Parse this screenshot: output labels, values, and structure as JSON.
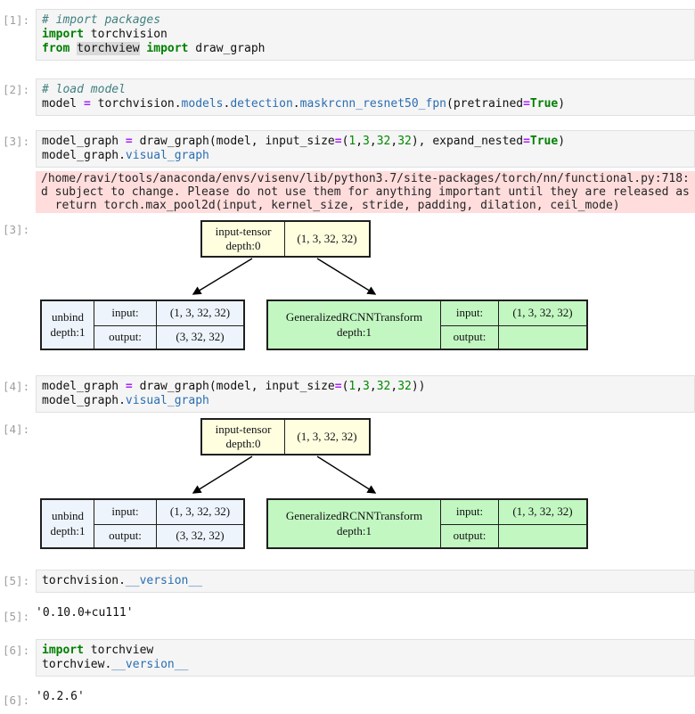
{
  "cells": {
    "c1": {
      "prompt": "[1]:",
      "lines": [
        [
          {
            "t": "# import packages",
            "c": "com"
          }
        ],
        [
          {
            "t": "import",
            "c": "kw"
          },
          {
            "t": " torchvision"
          }
        ],
        [
          {
            "t": "from",
            "c": "kw"
          },
          {
            "t": " "
          },
          {
            "t": "torchview",
            "c": "hl"
          },
          {
            "t": " "
          },
          {
            "t": "import",
            "c": "kw"
          },
          {
            "t": " draw_graph"
          }
        ]
      ]
    },
    "c2": {
      "prompt": "[2]:",
      "lines": [
        [
          {
            "t": "# load model",
            "c": "com"
          }
        ],
        [
          {
            "t": "model "
          },
          {
            "t": "=",
            "c": "op"
          },
          {
            "t": " torchvision."
          },
          {
            "t": "models",
            "c": "prop"
          },
          {
            "t": "."
          },
          {
            "t": "detection",
            "c": "prop"
          },
          {
            "t": "."
          },
          {
            "t": "maskrcnn_resnet50_fpn",
            "c": "prop"
          },
          {
            "t": "(pretrained"
          },
          {
            "t": "=",
            "c": "op"
          },
          {
            "t": "True",
            "c": "kw"
          },
          {
            "t": ")"
          }
        ]
      ]
    },
    "c3": {
      "prompt": "[3]:",
      "lines": [
        [
          {
            "t": "model_graph "
          },
          {
            "t": "=",
            "c": "op"
          },
          {
            "t": " draw_graph(model, input_size"
          },
          {
            "t": "=",
            "c": "op"
          },
          {
            "t": "("
          },
          {
            "t": "1",
            "c": "num"
          },
          {
            "t": ","
          },
          {
            "t": "3",
            "c": "num"
          },
          {
            "t": ","
          },
          {
            "t": "32",
            "c": "num"
          },
          {
            "t": ","
          },
          {
            "t": "32",
            "c": "num"
          },
          {
            "t": "), expand_nested"
          },
          {
            "t": "=",
            "c": "op"
          },
          {
            "t": "True",
            "c": "kw"
          },
          {
            "t": ")"
          }
        ],
        [
          {
            "t": "model_graph."
          },
          {
            "t": "visual_graph",
            "c": "prop"
          }
        ]
      ]
    },
    "c4": {
      "prompt": "[4]:",
      "lines": [
        [
          {
            "t": "model_graph "
          },
          {
            "t": "=",
            "c": "op"
          },
          {
            "t": " draw_graph(model, input_size"
          },
          {
            "t": "=",
            "c": "op"
          },
          {
            "t": "("
          },
          {
            "t": "1",
            "c": "num"
          },
          {
            "t": ","
          },
          {
            "t": "3",
            "c": "num"
          },
          {
            "t": ","
          },
          {
            "t": "32",
            "c": "num"
          },
          {
            "t": ","
          },
          {
            "t": "32",
            "c": "num"
          },
          {
            "t": "))"
          }
        ],
        [
          {
            "t": "model_graph."
          },
          {
            "t": "visual_graph",
            "c": "prop"
          }
        ]
      ]
    },
    "c5": {
      "prompt": "[5]:",
      "lines": [
        [
          {
            "t": "torchvision."
          },
          {
            "t": "__version__",
            "c": "prop"
          }
        ]
      ]
    },
    "c6": {
      "prompt": "[6]:",
      "lines": [
        [
          {
            "t": "import",
            "c": "kw"
          },
          {
            "t": " torchview"
          }
        ],
        [
          {
            "t": "torchview."
          },
          {
            "t": "__version__",
            "c": "prop"
          }
        ]
      ]
    }
  },
  "warning": {
    "line1": "/home/ravi/tools/anaconda/envs/visenv/lib/python3.7/site-packages/torch/nn/functional.py:718:",
    "line2": "d subject to change. Please do not use them for anything important until they are released as",
    "line3": "  return torch.max_pool2d(input, kernel_size, stride, padding, dilation, ceil_mode)"
  },
  "outputs": {
    "out3_prompt": "[3]:",
    "out4_prompt": "[4]:",
    "out5_prompt": "[5]:",
    "out5_value": "'0.10.0+cu111'",
    "out6_prompt": "[6]:",
    "out6_value": "'0.2.6'"
  },
  "graph": {
    "input_node": {
      "label_line1": "input-tensor",
      "label_line2": "depth:0",
      "shape": "(1, 3, 32, 32)"
    },
    "unbind_node": {
      "label_line1": "unbind",
      "label_line2": "depth:1",
      "input_label": "input:",
      "input_value": "(1, 3, 32, 32)",
      "output_label": "output:",
      "output_value": "(3, 32, 32)"
    },
    "module_node": {
      "label_line1": "GeneralizedRCNNTransform",
      "label_line2": "depth:1",
      "input_label": "input:",
      "input_value": "(1, 3, 32, 32)",
      "output_label": "output:",
      "output_value": ""
    },
    "colors": {
      "input_node_bg": "#ffffe0",
      "function_node_bg": "#edf4fc",
      "module_node_bg": "#c2f7c2",
      "node_border": "#1f1f1f",
      "edge": "#000000"
    }
  },
  "theme_colors": {
    "cell_bg": "#f5f5f5",
    "cell_border": "#e0e0e0",
    "prompt_gray": "#9e9e9e",
    "stderr_bg": "#ffdddd",
    "keyword_green": "#008000",
    "comment_teal": "#408080",
    "operator_purple": "#AA22FF",
    "number_green": "#008800",
    "property_blue": "#2b6eb2"
  }
}
